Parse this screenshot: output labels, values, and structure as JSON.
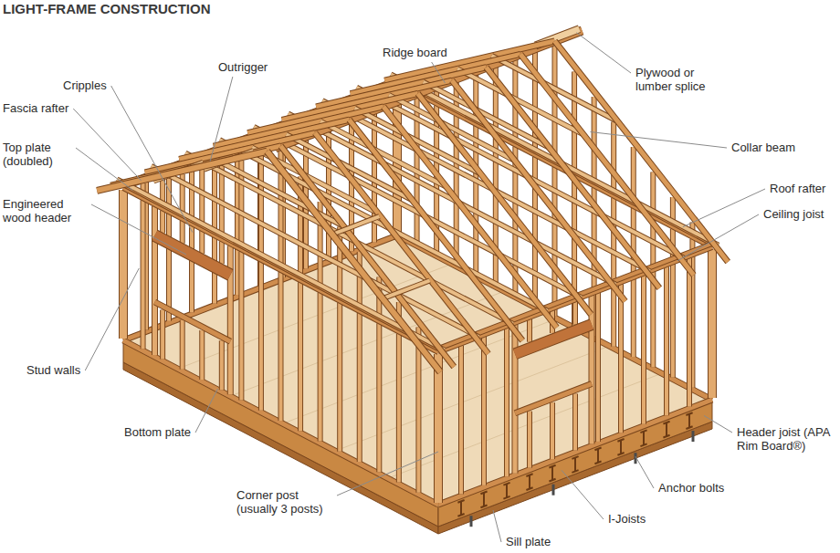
{
  "diagram": {
    "title": "LIGHT-FRAME CONSTRUCTION",
    "labels": [
      "Ridge board",
      "Outrigger",
      "Plywood or lumber splice",
      "Cripples",
      "Fascia rafter",
      "Collar beam",
      "Top plate (doubled)",
      "Roof rafter",
      "Engineered wood header",
      "Ceiling joist",
      "Stud walls",
      "Bottom plate",
      "Header joist (APA Rim Board®)",
      "Corner post (usually 3 posts)",
      "Anchor bolts",
      "I-Joists",
      "Sill plate"
    ]
  }
}
